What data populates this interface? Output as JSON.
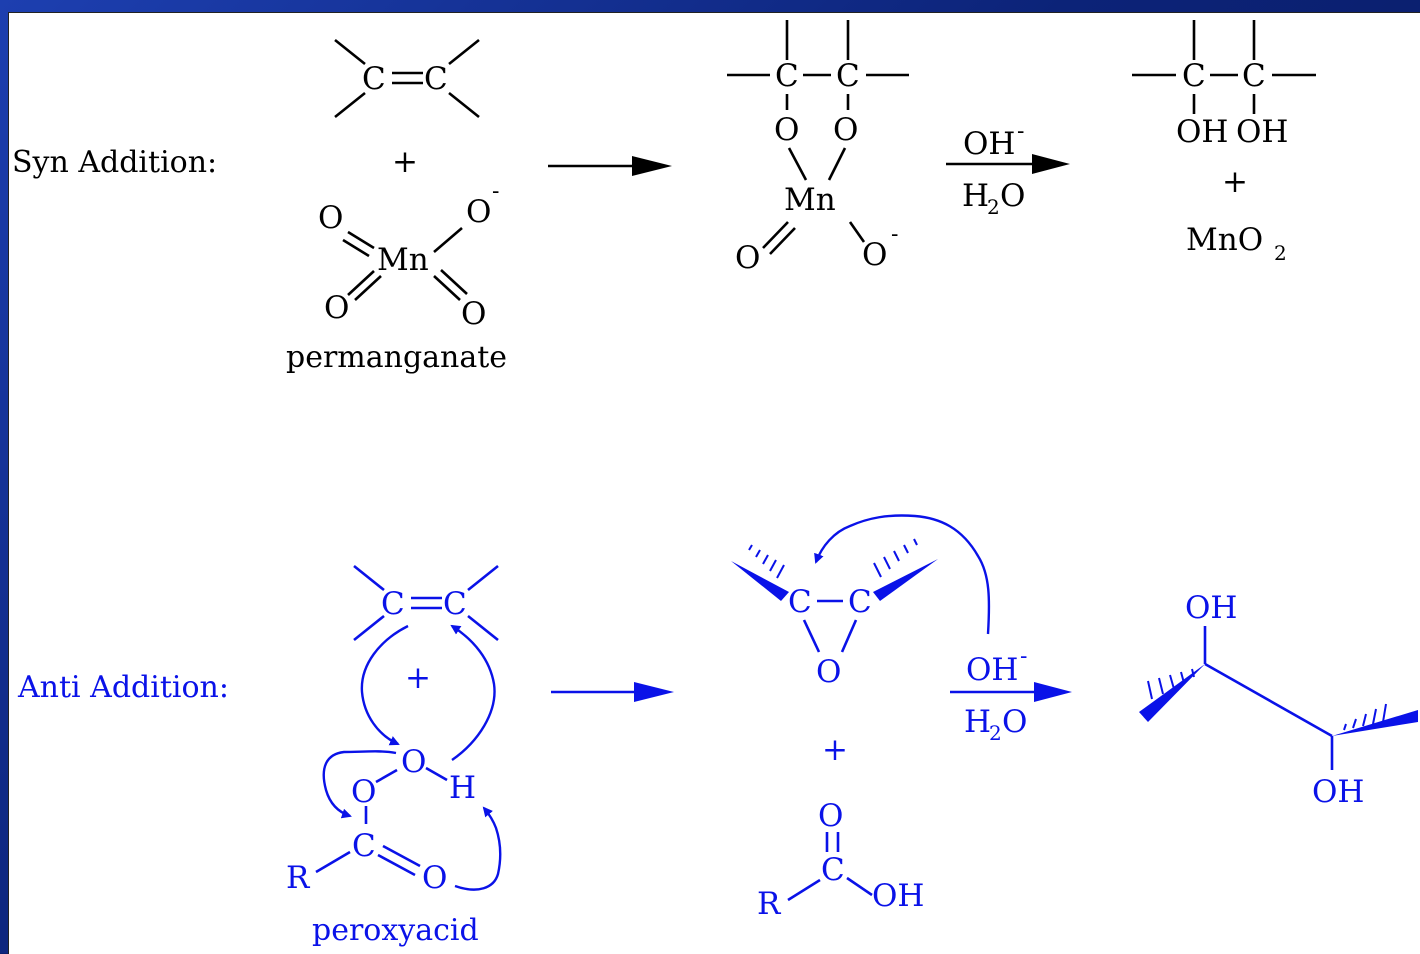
{
  "syn": {
    "label": "Syn Addition:",
    "alkene": {
      "c1": "C",
      "c2": "C"
    },
    "plus": "+",
    "permanganate": {
      "mn": "Mn",
      "o": "O",
      "charge": "-",
      "name": "permanganate"
    },
    "intermediate": {
      "c": "C",
      "o": "O",
      "mn": "Mn",
      "charge": "-"
    },
    "reagent": {
      "top": "OH",
      "top_charge": "-",
      "bottom_h": "H",
      "bottom_sub": "2",
      "bottom_o": "O"
    },
    "product": {
      "c": "C",
      "oh": "OH",
      "plus": "+",
      "mno": "MnO",
      "mno_sub": "2"
    }
  },
  "anti": {
    "label": "Anti Addition:",
    "alkene": {
      "c1": "C",
      "c2": "C"
    },
    "plus": "+",
    "peroxyacid": {
      "o": "O",
      "h": "H",
      "c": "C",
      "r": "R",
      "name": "peroxyacid"
    },
    "epoxide": {
      "c": "C",
      "o": "O"
    },
    "plus2": "+",
    "acid": {
      "o": "O",
      "c": "C",
      "r": "R",
      "oh": "OH"
    },
    "reagent": {
      "top": "OH",
      "top_charge": "-",
      "bottom_h": "H",
      "bottom_sub": "2",
      "bottom_o": "O"
    },
    "product": {
      "oh_top": "OH",
      "oh_bottom": "OH"
    }
  },
  "colors": {
    "syn": "#000000",
    "anti": "#0a12e8",
    "frame": "#0c2378"
  }
}
